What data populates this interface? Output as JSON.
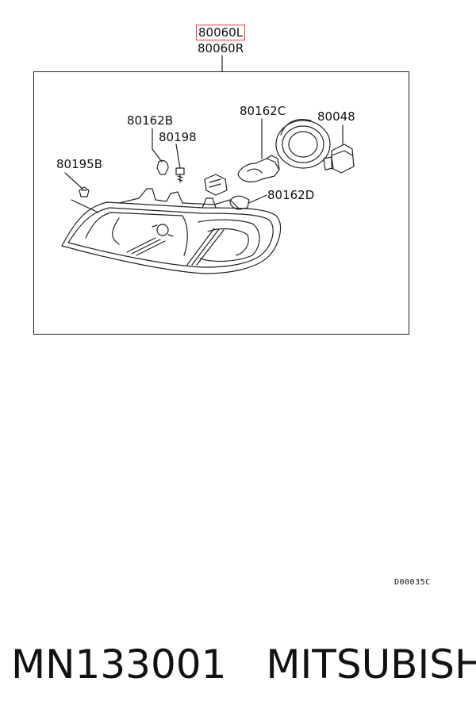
{
  "header": {
    "part_left": "80060L",
    "part_right": "80060R"
  },
  "callouts": {
    "c80162B": "80162B",
    "c80198": "80198",
    "c80162C": "80162C",
    "c80048": "80048",
    "c80195B": "80195B",
    "c80162D": "80162D"
  },
  "diagram_code": "D00035C",
  "footer": {
    "part_number": "MN133001",
    "brand": "MITSUBISHI"
  },
  "colors": {
    "highlight": "#e53935",
    "line": "#222222"
  }
}
